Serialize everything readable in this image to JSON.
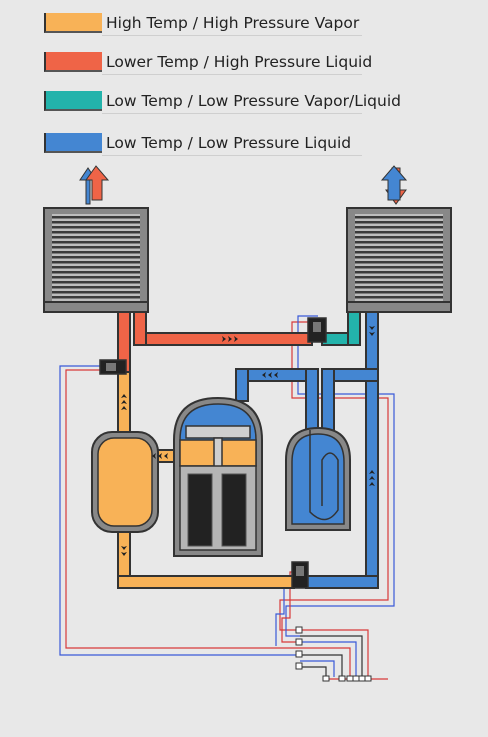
{
  "legend": {
    "items": [
      {
        "label": "High Temp / High Pressure Vapor",
        "color": "#f8b257"
      },
      {
        "label": "Lower Temp / High Pressure Liquid",
        "color": "#ef6447"
      },
      {
        "label": "Low Temp / Low Pressure Vapor/Liquid",
        "color": "#23b3ab"
      },
      {
        "label": "Low Temp / Low Pressure Liquid",
        "color": "#4486d2"
      }
    ]
  },
  "colors": {
    "hot_vapor": "#f8b257",
    "warm_liquid": "#ef6447",
    "cool_mix": "#23b3ab",
    "cold_liquid": "#4486d2",
    "outline": "#333333",
    "casing": "#888888",
    "background": "#e8e8e8"
  },
  "icons": {
    "left_exchanger_arrows": "double-up-down-arrow-icon",
    "right_exchanger_arrows": "double-up-down-arrow-icon",
    "flow_chevrons": "chevron-flow-icon"
  }
}
